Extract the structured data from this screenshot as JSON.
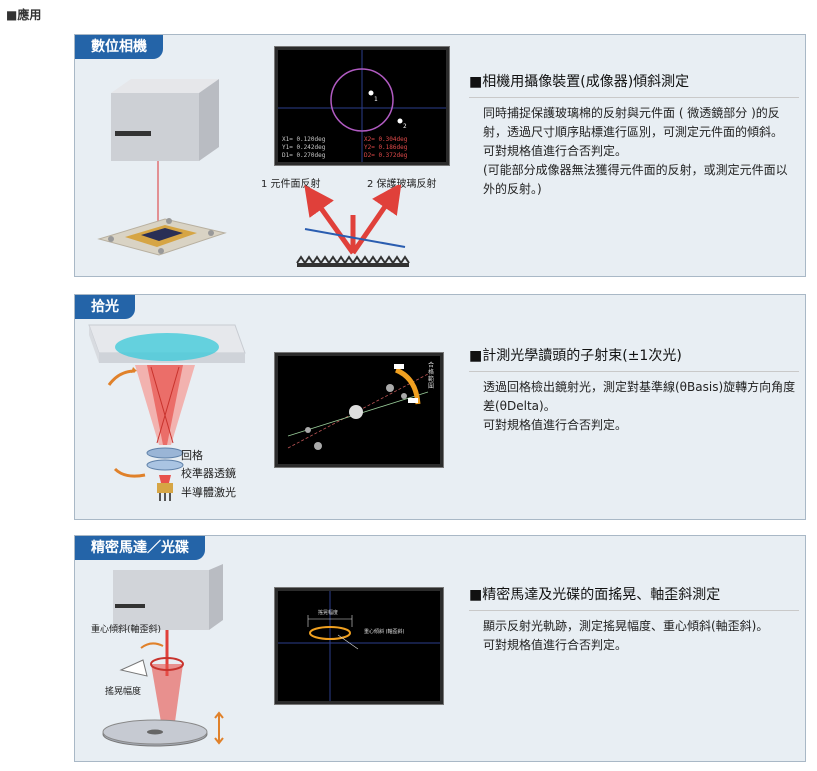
{
  "heading": "■應用",
  "sections": [
    {
      "tab": "數位相機",
      "title": "■相機用攝像裝置(成像器)傾斜測定",
      "body": [
        "同時捕捉保護玻璃棉的反射與元件面 ( 微透鏡部分 )的反射，透過尺寸順序貼標進行區別，可測定元件面的傾斜。",
        "可對規格值進行合否判定。",
        "(可能部分成像器無法獲得元件面的反射，或測定元件面以外的反射。)"
      ],
      "labels": {
        "left": "1 元件面反射",
        "right": "2 保護玻璃反射"
      },
      "screen": {
        "rows_left": [
          "X1=   0.120deg",
          "Y1=   0.242deg",
          "D1=   0.270deg"
        ],
        "rows_right": [
          "X2=   0.304deg",
          "Y2=   0.186deg",
          "D2=   0.372deg"
        ],
        "spot1": "1",
        "spot2": "2"
      }
    },
    {
      "tab": "拾光",
      "title": "■計測光學讀頭的子射束(±1次光)",
      "body": [
        "透過回格檢出鏡射光，測定對基準線(θBasis)旋轉方向角度差(θDelta)。",
        "可對規格值進行合否判定。"
      ],
      "labels": {
        "grating": "回格",
        "collimator": "校準器透鏡",
        "laser": "半導體激光"
      },
      "screen": {
        "range": "合格範圍"
      }
    },
    {
      "tab": "精密馬達／光碟",
      "title": "■精密馬達及光碟的面搖晃、軸歪斜測定",
      "body": [
        "顯示反射光軌跡，測定搖晃幅度、重心傾斜(軸歪斜)。",
        "可對規格值進行合否判定。"
      ],
      "labels": {
        "tilt": "重心傾斜(軸歪斜)",
        "wobble": "搖晃幅度"
      },
      "screen": {
        "wobble": "搖晃幅度",
        "tilt": "重心傾斜 (軸歪斜)"
      }
    }
  ],
  "colors": {
    "tab": "#2464a8",
    "panel": "#e8eef3",
    "laser": "#e0403a",
    "crosshair": "#2b3e8c"
  }
}
